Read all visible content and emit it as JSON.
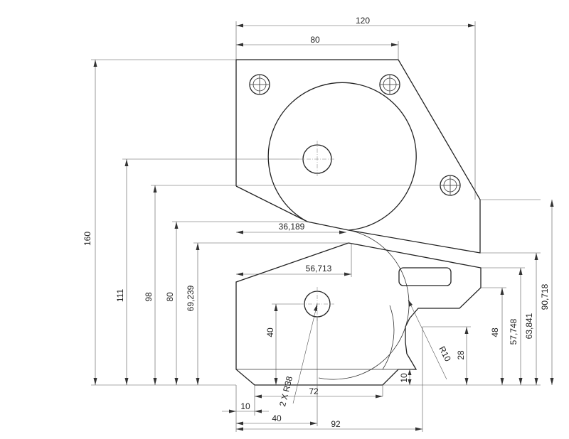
{
  "dimensions": {
    "width_120": "120",
    "width_80": "80",
    "height_160": "160",
    "height_111": "111",
    "height_98": "98",
    "height_80": "80",
    "height_69_239": "69,239",
    "offset_36_189": "36,189",
    "offset_56_713": "56,713",
    "hole_height_40": "40",
    "slot_height_48": "48",
    "height_57_748": "57,748",
    "height_63_841": "63,841",
    "height_90_718": "90,718",
    "fillet_r10": "R10",
    "notch_height_28": "28",
    "chamfer_height_10": "10",
    "bottom_flat_72": "72",
    "chamfer_width_10": "10",
    "hole_offset_40": "40",
    "width_92": "92",
    "radius_2x_r38": "2 X R38"
  }
}
